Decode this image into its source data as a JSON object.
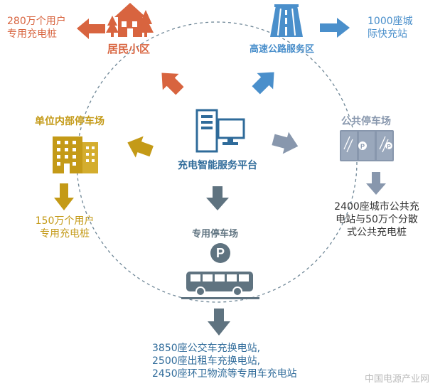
{
  "center": {
    "label": "充电智能服务平台"
  },
  "nodes": {
    "residential": {
      "label": "居民小区",
      "note_lines": [
        "280万个用户",
        "专用充电桩"
      ],
      "color": "#d8643f"
    },
    "highway": {
      "label": "高速公路服务区",
      "note_lines": [
        "1000座城",
        "际快充站"
      ],
      "color": "#4a8fcb"
    },
    "workplace": {
      "label": "单位内部停车场",
      "note_lines": [
        "150万个用户",
        "专用充电桩"
      ],
      "color": "#c49a17"
    },
    "public_parking": {
      "label": "公共停车场",
      "note_lines": [
        "2400座城市公共充",
        "电站与50万个分散",
        "式公共充电桩"
      ],
      "color": "#8897ad"
    },
    "dedicated_parking": {
      "label": "专用停车场",
      "parking_sign": "P",
      "note_lines": [
        "3850座公交车充换电站,",
        "2500座出租车充换电站,",
        "2450座环卫物流等专用车充电站"
      ],
      "color": "#5f7380"
    }
  },
  "watermark": "中国电源产业网"
}
